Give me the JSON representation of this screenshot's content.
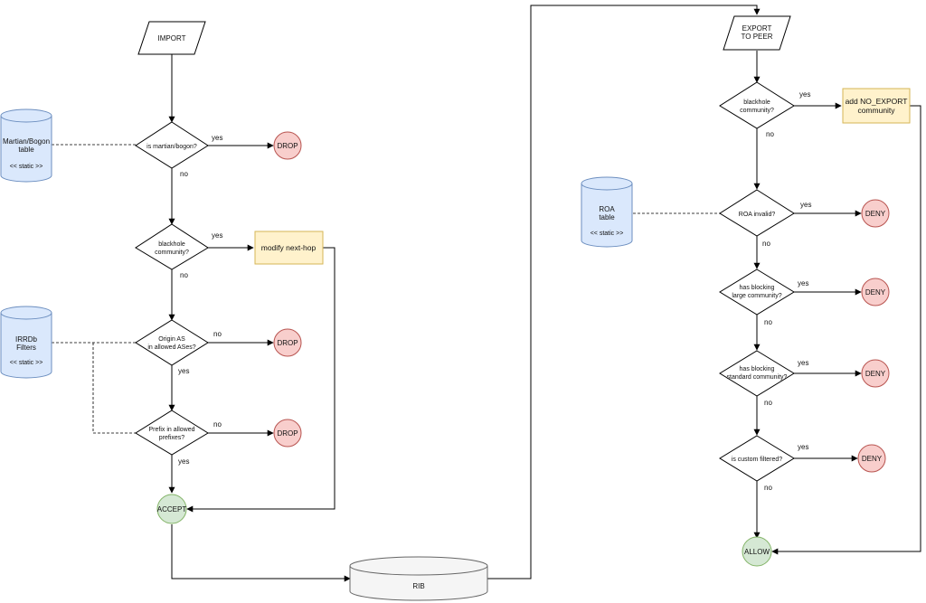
{
  "import": {
    "start": "IMPORT",
    "martian_db": [
      "Martian/Bogon",
      "table",
      "<< static >>"
    ],
    "irrdb_db": [
      "IRRDb",
      "Filters",
      "<< static >>"
    ],
    "q_martian": [
      "is martian/bogon?"
    ],
    "q_blackhole": [
      "blackhole",
      "community?"
    ],
    "q_origin": [
      "Origin AS",
      "in allowed ASes?"
    ],
    "q_prefix": [
      "Prefix in allowed",
      "prefixes?"
    ],
    "modify_nexthop": "modify next-hop",
    "drop": "DROP",
    "accept": "ACCEPT"
  },
  "rib": "RIB",
  "export": {
    "start": [
      "EXPORT",
      "TO PEER"
    ],
    "roa_db": [
      "ROA",
      "table",
      "<< static >>"
    ],
    "q_blackhole": [
      "blackhole",
      "community?"
    ],
    "q_roa": [
      "ROA invalid?"
    ],
    "q_large": [
      "has blocking",
      "large community?"
    ],
    "q_standard": [
      "has blocking",
      "standard community?"
    ],
    "q_custom": [
      "is custom filtered?"
    ],
    "add_noexport": [
      "add NO_EXPORT",
      "community"
    ],
    "deny": "DENY",
    "allow": "ALLOW"
  },
  "edge_labels": {
    "yes": "yes",
    "no": "no"
  },
  "colors": {
    "drop_fill": "#f8cecc",
    "accept_fill": "#d5e8d4",
    "action_fill": "#fff2cc",
    "db_fill": "#dae8fc",
    "rib_fill": "#f5f5f5"
  }
}
